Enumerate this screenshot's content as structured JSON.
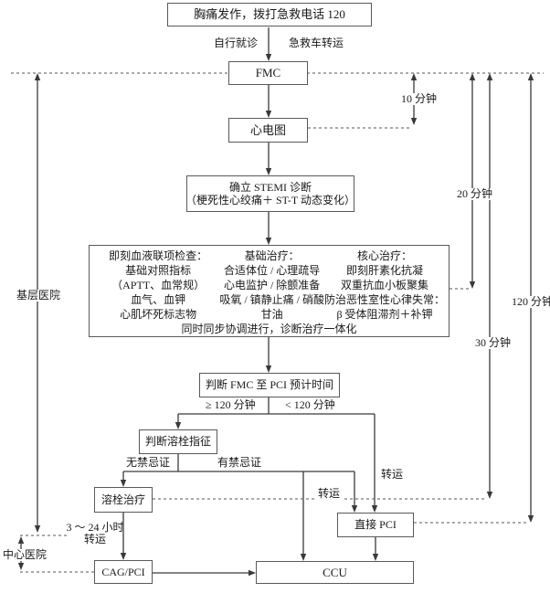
{
  "nodes": {
    "start": "胸痛发作，拨打急救电话 120",
    "fmc": "FMC",
    "ecg": "心电图",
    "stemi": [
      "确立 STEMI 诊断",
      "（梗死性心绞痛＋ ST-T 动态变化）"
    ],
    "treatment": {
      "col1": [
        "即刻血液联项检查：",
        "基础对照指标",
        "（APTT、血常规）",
        "血气、血钾",
        "心肌坏死标志物"
      ],
      "col2": [
        "基础治疗：",
        "合适体位 / 心理疏导",
        "心电监护 / 除颤准备",
        "吸氧 / 镇静止痛 / 硝酸",
        "甘油"
      ],
      "col3": [
        "核心治疗：",
        "即刻肝素化抗凝",
        "双重抗血小板聚集",
        "防治恶性室性心律失常：",
        "β 受体阻滞剂＋补钾"
      ],
      "footer": "同时同步协调进行，诊断治疗一体化"
    },
    "judge_time": "判断 FMC 至 PCI 预计时间",
    "judge_lysis": "判断溶栓指征",
    "lysis": "溶栓治疗",
    "pci": "直接 PCI",
    "cag": "CAG/PCI",
    "ccu": "CCU"
  },
  "edge_labels": {
    "self_visit": "自行就诊",
    "ambulance": "急救车转运",
    "ge120": "≥ 120 分钟",
    "lt120": "< 120 分钟",
    "no_contra": "无禁忌证",
    "contra": "有禁忌证",
    "transfer_pci": "转运",
    "transfer_dashed": "转运",
    "transfer_3_24_a": "3 ～ 24 小时",
    "transfer_3_24_b": "转运"
  },
  "time_markers": {
    "t10": "10 分钟",
    "t20": "20 分钟",
    "t30": "30 分钟",
    "t120": "120 分钟"
  },
  "zones": {
    "primary_hospital": "基层医院",
    "central_hospital": "中心医院"
  },
  "colors": {
    "line": "#3a3a3a",
    "dashed": "#777777",
    "box_border": "#595959",
    "text": "#1a1a1a"
  }
}
